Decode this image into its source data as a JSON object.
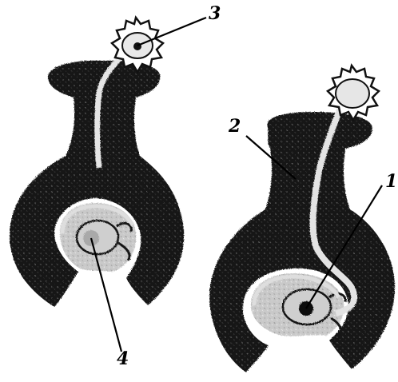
{
  "colors": {
    "tissue": "#171717",
    "tissue_speckle": "#5a5a5a",
    "light": "#d9d9d9",
    "cavity": "#bdbdbd",
    "background": "#ffffff"
  },
  "labels": {
    "label_1": "1",
    "label_2": "2",
    "label_3": "3",
    "label_4": "4"
  }
}
